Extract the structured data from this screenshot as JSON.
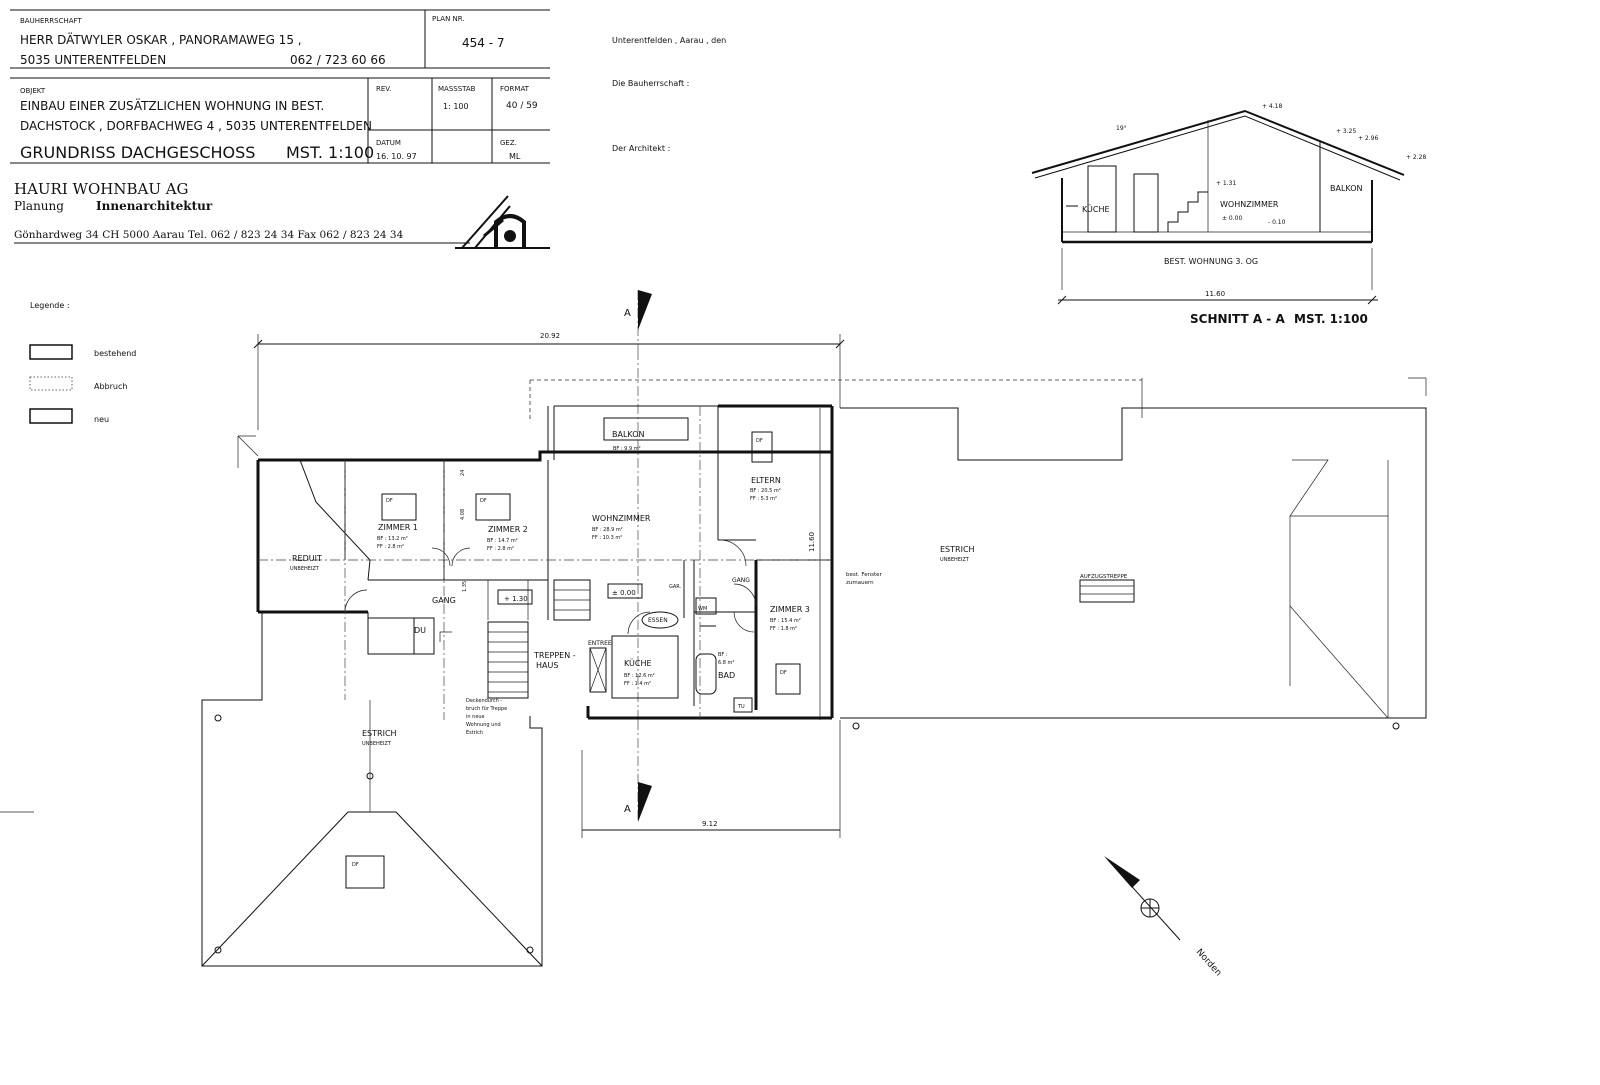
{
  "title_block": {
    "owner_label": "BAUHERRSCHAFT",
    "owner_line1": "HERR DÄTWYLER OSKAR , PANORAMAWEG 15 ,",
    "owner_line2": "5035 UNTERENTFELDEN",
    "owner_phone": "062 / 723 60 66",
    "plan_label": "PLAN NR.",
    "plan_number": "454 - 7",
    "object_label": "OBJEKT",
    "object_line1": "EINBAU EINER ZUSÄTZLICHEN WOHNUNG IN BEST.",
    "object_line2": "DACHSTOCK , DORFBACHWEG 4 , 5035 UNTERENTFELDEN",
    "drawing_title": "GRUNDRISS DACHGESCHOSS",
    "drawing_scale": "MST. 1:100",
    "rev_label": "REV.",
    "massstab_label": "MASSSTAB",
    "massstab_value": "1: 100",
    "format_label": "FORMAT",
    "format_value": "40 / 59",
    "datum_label": "DATUM",
    "datum_value": "16. 10. 97",
    "gez_label": "GEZ.",
    "gez_value": "ML"
  },
  "company": {
    "name": "HAURI WOHNBAU AG",
    "sub_left": "Planung",
    "sub_right": "Innenarchitektur",
    "address": "Gönhardweg 34 CH 5000 Aarau Tel. 062 / 823 24 34 Fax 062 / 823 24 34"
  },
  "signatures": {
    "place": "Unterentfelden , Aarau , den",
    "owner": "Die Bauherrschaft :",
    "architect": "Der Architekt :"
  },
  "legend": {
    "title": "Legende :",
    "items": [
      {
        "label": "bestehend",
        "style": "solid"
      },
      {
        "label": "Abbruch",
        "style": "dotted"
      },
      {
        "label": "neu",
        "style": "solid"
      }
    ]
  },
  "section": {
    "title": "SCHNITT A - A",
    "scale": "MST. 1:100",
    "width_dim": "11.60",
    "floor_label": "BEST. WOHNUNG 3. OG",
    "angle": "19°",
    "levels": [
      "+ 4.18",
      "+ 3.25",
      "+ 2.96",
      "+ 2.28",
      "+ 1.31",
      "± 0.00",
      "- 0.10"
    ],
    "rooms": [
      "KÜCHE",
      "WOHNZIMMER",
      "BALKON"
    ]
  },
  "plan": {
    "dims": {
      "top": "20.92",
      "bottom": "9.12",
      "right": "11.60",
      "z1_depth": "4.08",
      "z1_top": "24",
      "gang_step": "1.35"
    },
    "section_marker": "A",
    "levels": [
      "+ 1.30",
      "± 0.00"
    ],
    "rooms": {
      "balkon": {
        "name": "BALKON",
        "area": "BF : 9.9 m²"
      },
      "eltern": {
        "name": "ELTERN",
        "bf": "BF : 20.5 m²",
        "ff": "FF : 5.3 m²"
      },
      "zimmer1": {
        "name": "ZIMMER 1",
        "bf": "BF : 13.2 m²",
        "ff": "FF : 2.8 m²"
      },
      "zimmer2": {
        "name": "ZIMMER 2",
        "bf": "BF : 14.7 m²",
        "ff": "FF : 2.8 m²"
      },
      "wohnzimmer": {
        "name": "WOHNZIMMER",
        "bf": "BF : 28.9 m²",
        "ff": "FF : 10.3 m²"
      },
      "reduit": {
        "name": "REDUIT",
        "sub": "UNBEHEIZT"
      },
      "gang": {
        "name": "GANG"
      },
      "gang2": {
        "name": "GANG"
      },
      "du": {
        "name": "DU"
      },
      "treppenhaus": {
        "line1": "TREPPEN -",
        "line2": "HAUS"
      },
      "kueche": {
        "name": "KÜCHE",
        "bf": "BF : 12.6 m²",
        "ff": "FF : 1.4 m²"
      },
      "bad": {
        "name": "BAD",
        "bf": "BF :",
        "ff": "6.8 m²"
      },
      "zimmer3": {
        "name": "ZIMMER 3",
        "bf": "BF : 15.4 m²",
        "ff": "FF : 1.8 m²"
      },
      "estrich_right": {
        "name": "ESTRICH",
        "sub": "UNBEHEIZT"
      },
      "estrich_left": {
        "name": "ESTRICH",
        "sub": "UNBEHEIZT"
      }
    },
    "labels": {
      "df": "DF",
      "gar": "GAR.",
      "essen": "ESSEN",
      "entree": "ENTREE",
      "wm": "WM",
      "tu": "TU",
      "aufzug": "AUFZUGSTREPPE",
      "fenster_note1": "best. Fenster",
      "fenster_note2": "zumauern",
      "decken_note": [
        "Deckendurch -",
        "bruch für Treppe",
        "in neue",
        "Wohnung und",
        "Estrich"
      ]
    },
    "north": "Norden"
  }
}
